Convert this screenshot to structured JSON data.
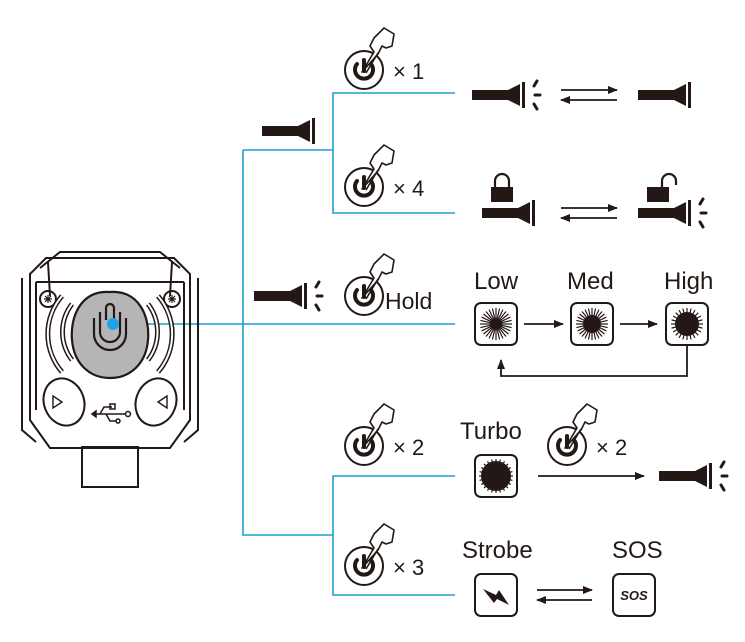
{
  "colors": {
    "connector": "#1e9fd0",
    "ink": "#231815",
    "button_fill": "#b5b5b5",
    "indicator_dot": "#1ea3e6"
  },
  "device": {
    "name": "flashlight-switch-device",
    "button_icon": "touch-u-icon",
    "port_icon": "usb-icon"
  },
  "actions": {
    "press_x1": "× 1",
    "press_x4": "× 4",
    "hold": "Hold",
    "press_x2": "× 2",
    "press_x3": "× 3",
    "press_x2_turbo_exit": "× 2"
  },
  "states": {
    "off_label_icon": "flashlight-off-icon",
    "on_label_icon": "flashlight-on-icon"
  },
  "modes": {
    "low": "Low",
    "med": "Med",
    "high": "High",
    "turbo": "Turbo",
    "strobe": "Strobe",
    "sos": "SOS",
    "sos_icon_text": "SOS"
  }
}
